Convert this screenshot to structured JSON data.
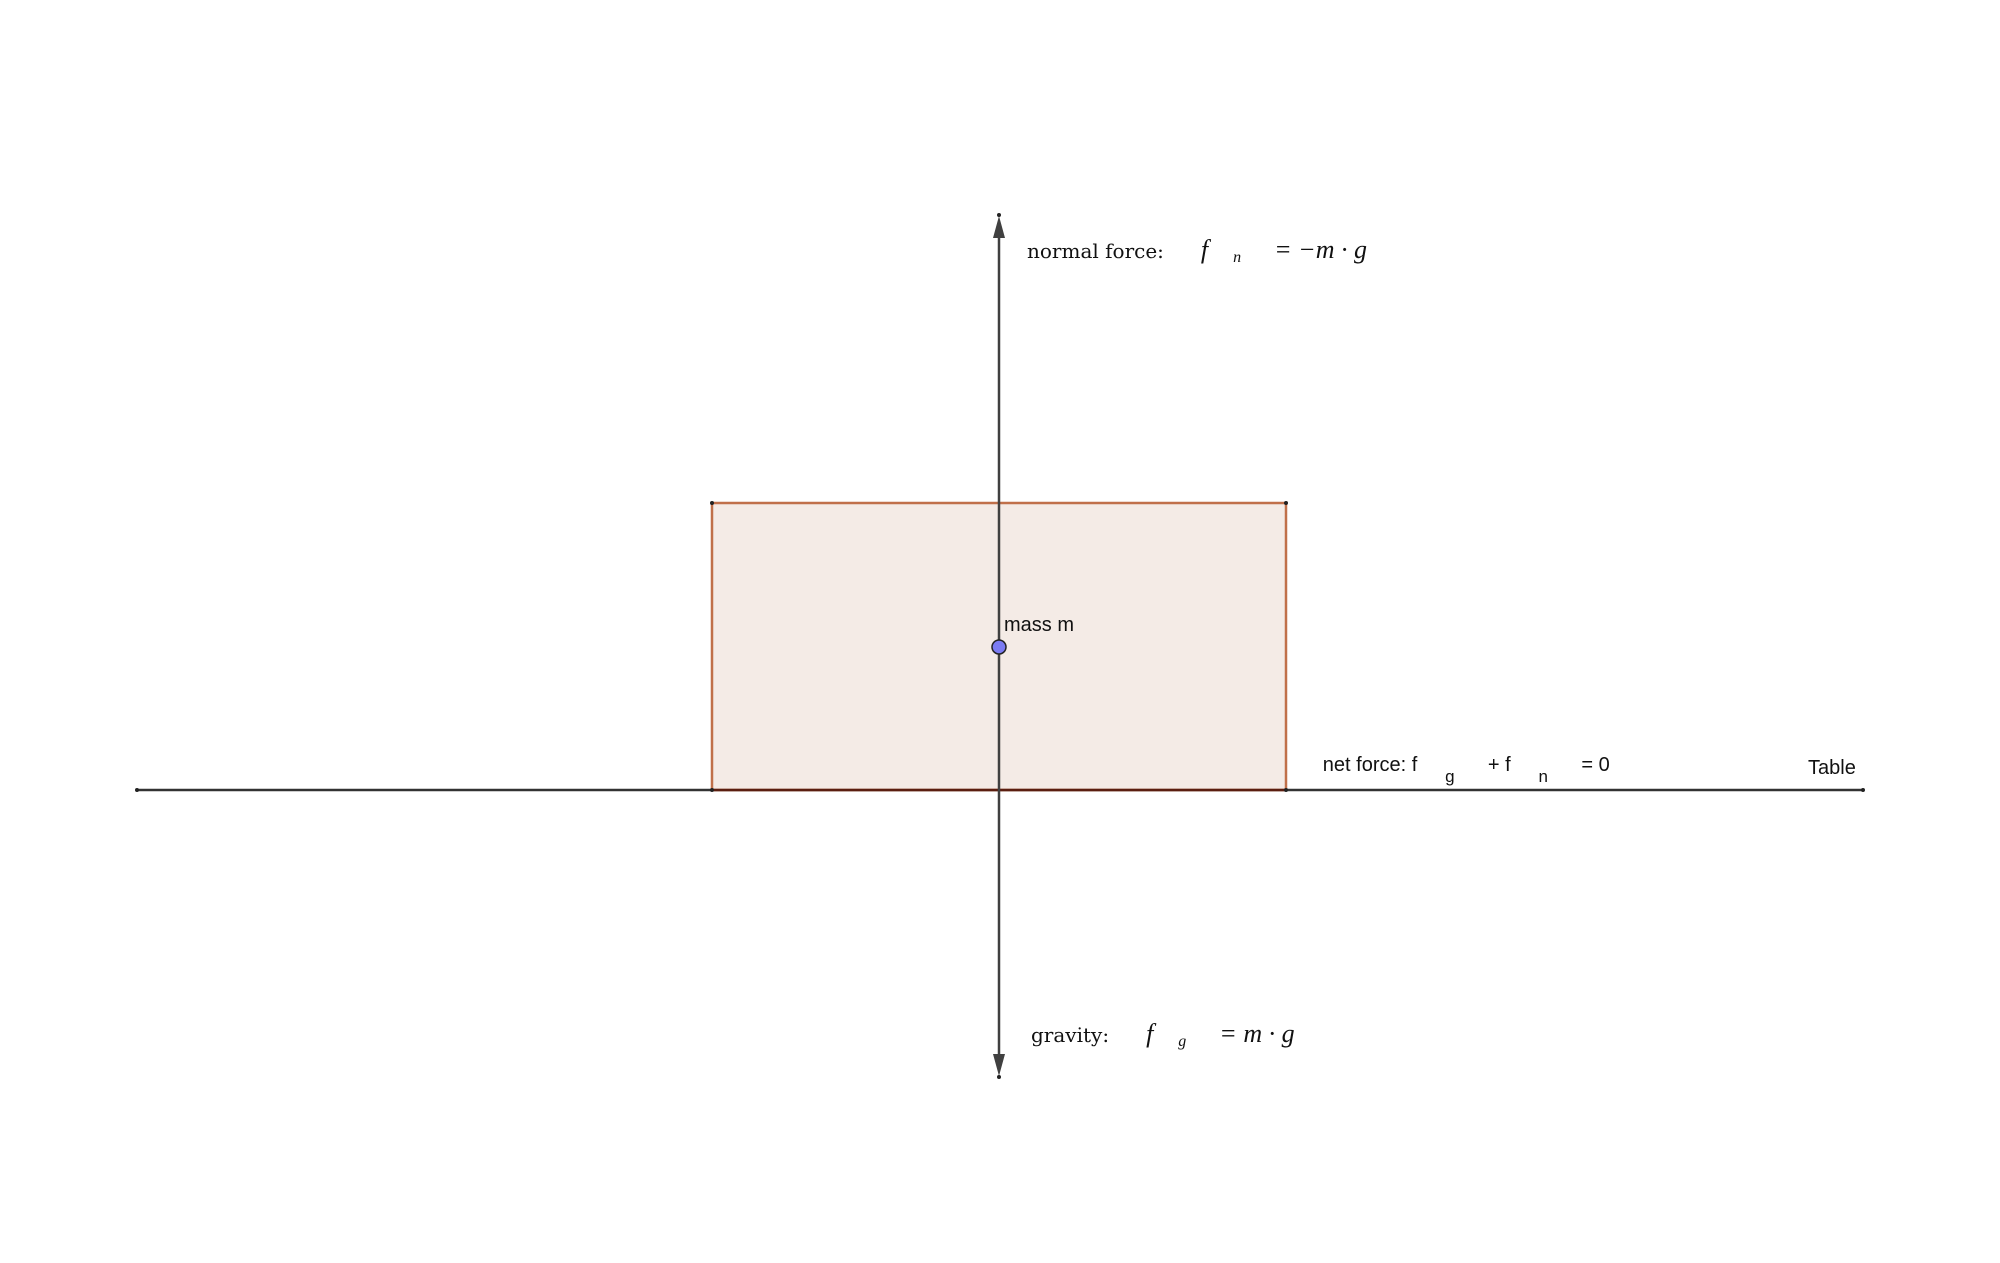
{
  "diagram": {
    "normal_force": {
      "prefix": "normal force:",
      "symbol": "f",
      "subscript": "n",
      "expression": "= −m · g"
    },
    "gravity": {
      "prefix": "gravity:",
      "symbol": "f",
      "subscript": "g",
      "expression": "= m · g"
    },
    "mass": {
      "label": "mass m"
    },
    "net_force": {
      "prefix": "net force: f",
      "sub_g": "g",
      "plus": " + f",
      "sub_n": "n",
      "suffix": " = 0"
    },
    "table": {
      "label": "Table"
    }
  },
  "colors": {
    "axis": "#404040",
    "table_line": "#333333",
    "box_fill": "#f4ebe6",
    "box_stroke": "#c0704a",
    "mass_point": "#7b7bf2",
    "text": "#111111"
  }
}
